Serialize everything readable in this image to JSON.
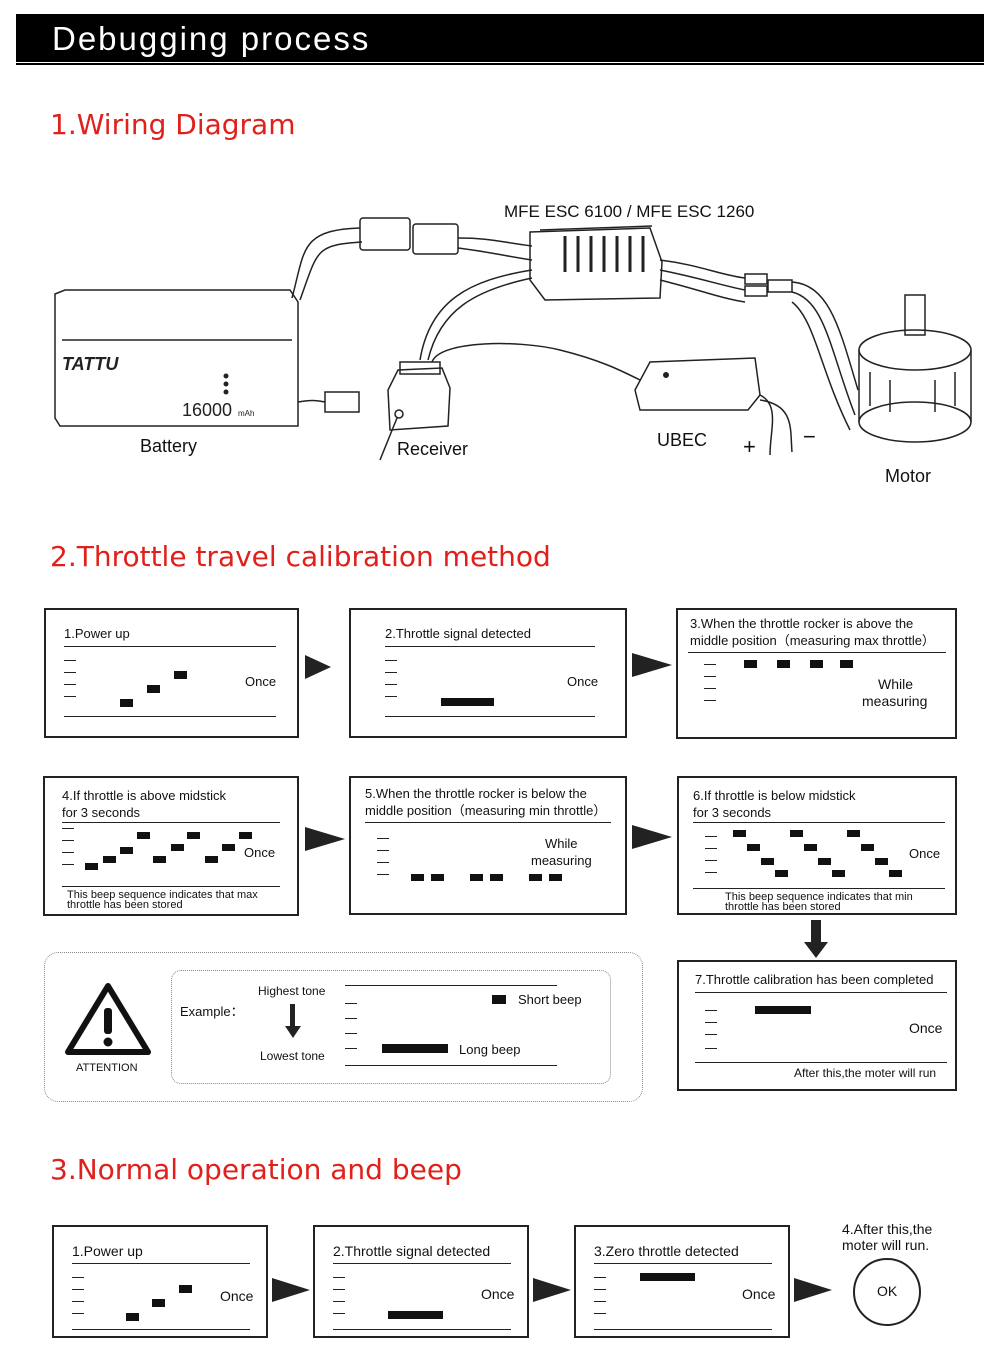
{
  "header": {
    "title": "Debugging process"
  },
  "sections": {
    "wiring": "1.Wiring Diagram",
    "calibration": "2.Throttle travel calibration method",
    "normal": "3.Normal operation and beep"
  },
  "wiring": {
    "esc_label": "MFE ESC 6100 / MFE ESC 1260",
    "battery_label": "Battery",
    "receiver_label": "Receiver",
    "ubec_label": "UBEC",
    "plus": "+",
    "minus": "−",
    "motor_label": "Motor",
    "battery_brand": "TATTU",
    "battery_capacity": "16000",
    "battery_capacity_unit": "mAh"
  },
  "calibration": {
    "step1": {
      "title": "1.Power up",
      "note": "Once"
    },
    "step2": {
      "title": "2.Throttle signal detected",
      "note": "Once"
    },
    "step3": {
      "title_l1": "3.When the throttle rocker is above the",
      "title_l2": "middle position（measuring max throttle）",
      "note_l1": "While",
      "note_l2": "measuring"
    },
    "step4": {
      "title_l1": "4.If throttle is above midstick",
      "title_l2": "for 3 seconds",
      "note": "Once",
      "foot_l1": "This beep sequence indicates that max",
      "foot_l2": "throttle has been stored"
    },
    "step5": {
      "title_l1": "5.When the throttle rocker is below the",
      "title_l2": "middle position（measuring min throttle）",
      "note_l1": "While",
      "note_l2": "measuring"
    },
    "step6": {
      "title_l1": "6.If throttle is below midstick",
      "title_l2": "for 3 seconds",
      "note": "Once",
      "foot_l1": "This beep sequence indicates that min",
      "foot_l2": "throttle has been stored"
    },
    "step7": {
      "title": "7.Throttle calibration has been completed",
      "note": "Once",
      "foot": "After this,the moter will run"
    },
    "legend": {
      "attention": "ATTENTION",
      "example": "Example：",
      "highest": "Highest tone",
      "lowest": "Lowest tone",
      "short_beep": "Short beep",
      "long_beep": "Long beep"
    }
  },
  "normal": {
    "step1": {
      "title": "1.Power up",
      "note": "Once"
    },
    "step2": {
      "title": "2.Throttle signal detected",
      "note": "Once"
    },
    "step3": {
      "title": "3.Zero throttle detected",
      "note": "Once"
    },
    "step4": {
      "title_l1": "4.After this,the",
      "title_l2": "moter will run.",
      "ok": "OK"
    }
  }
}
